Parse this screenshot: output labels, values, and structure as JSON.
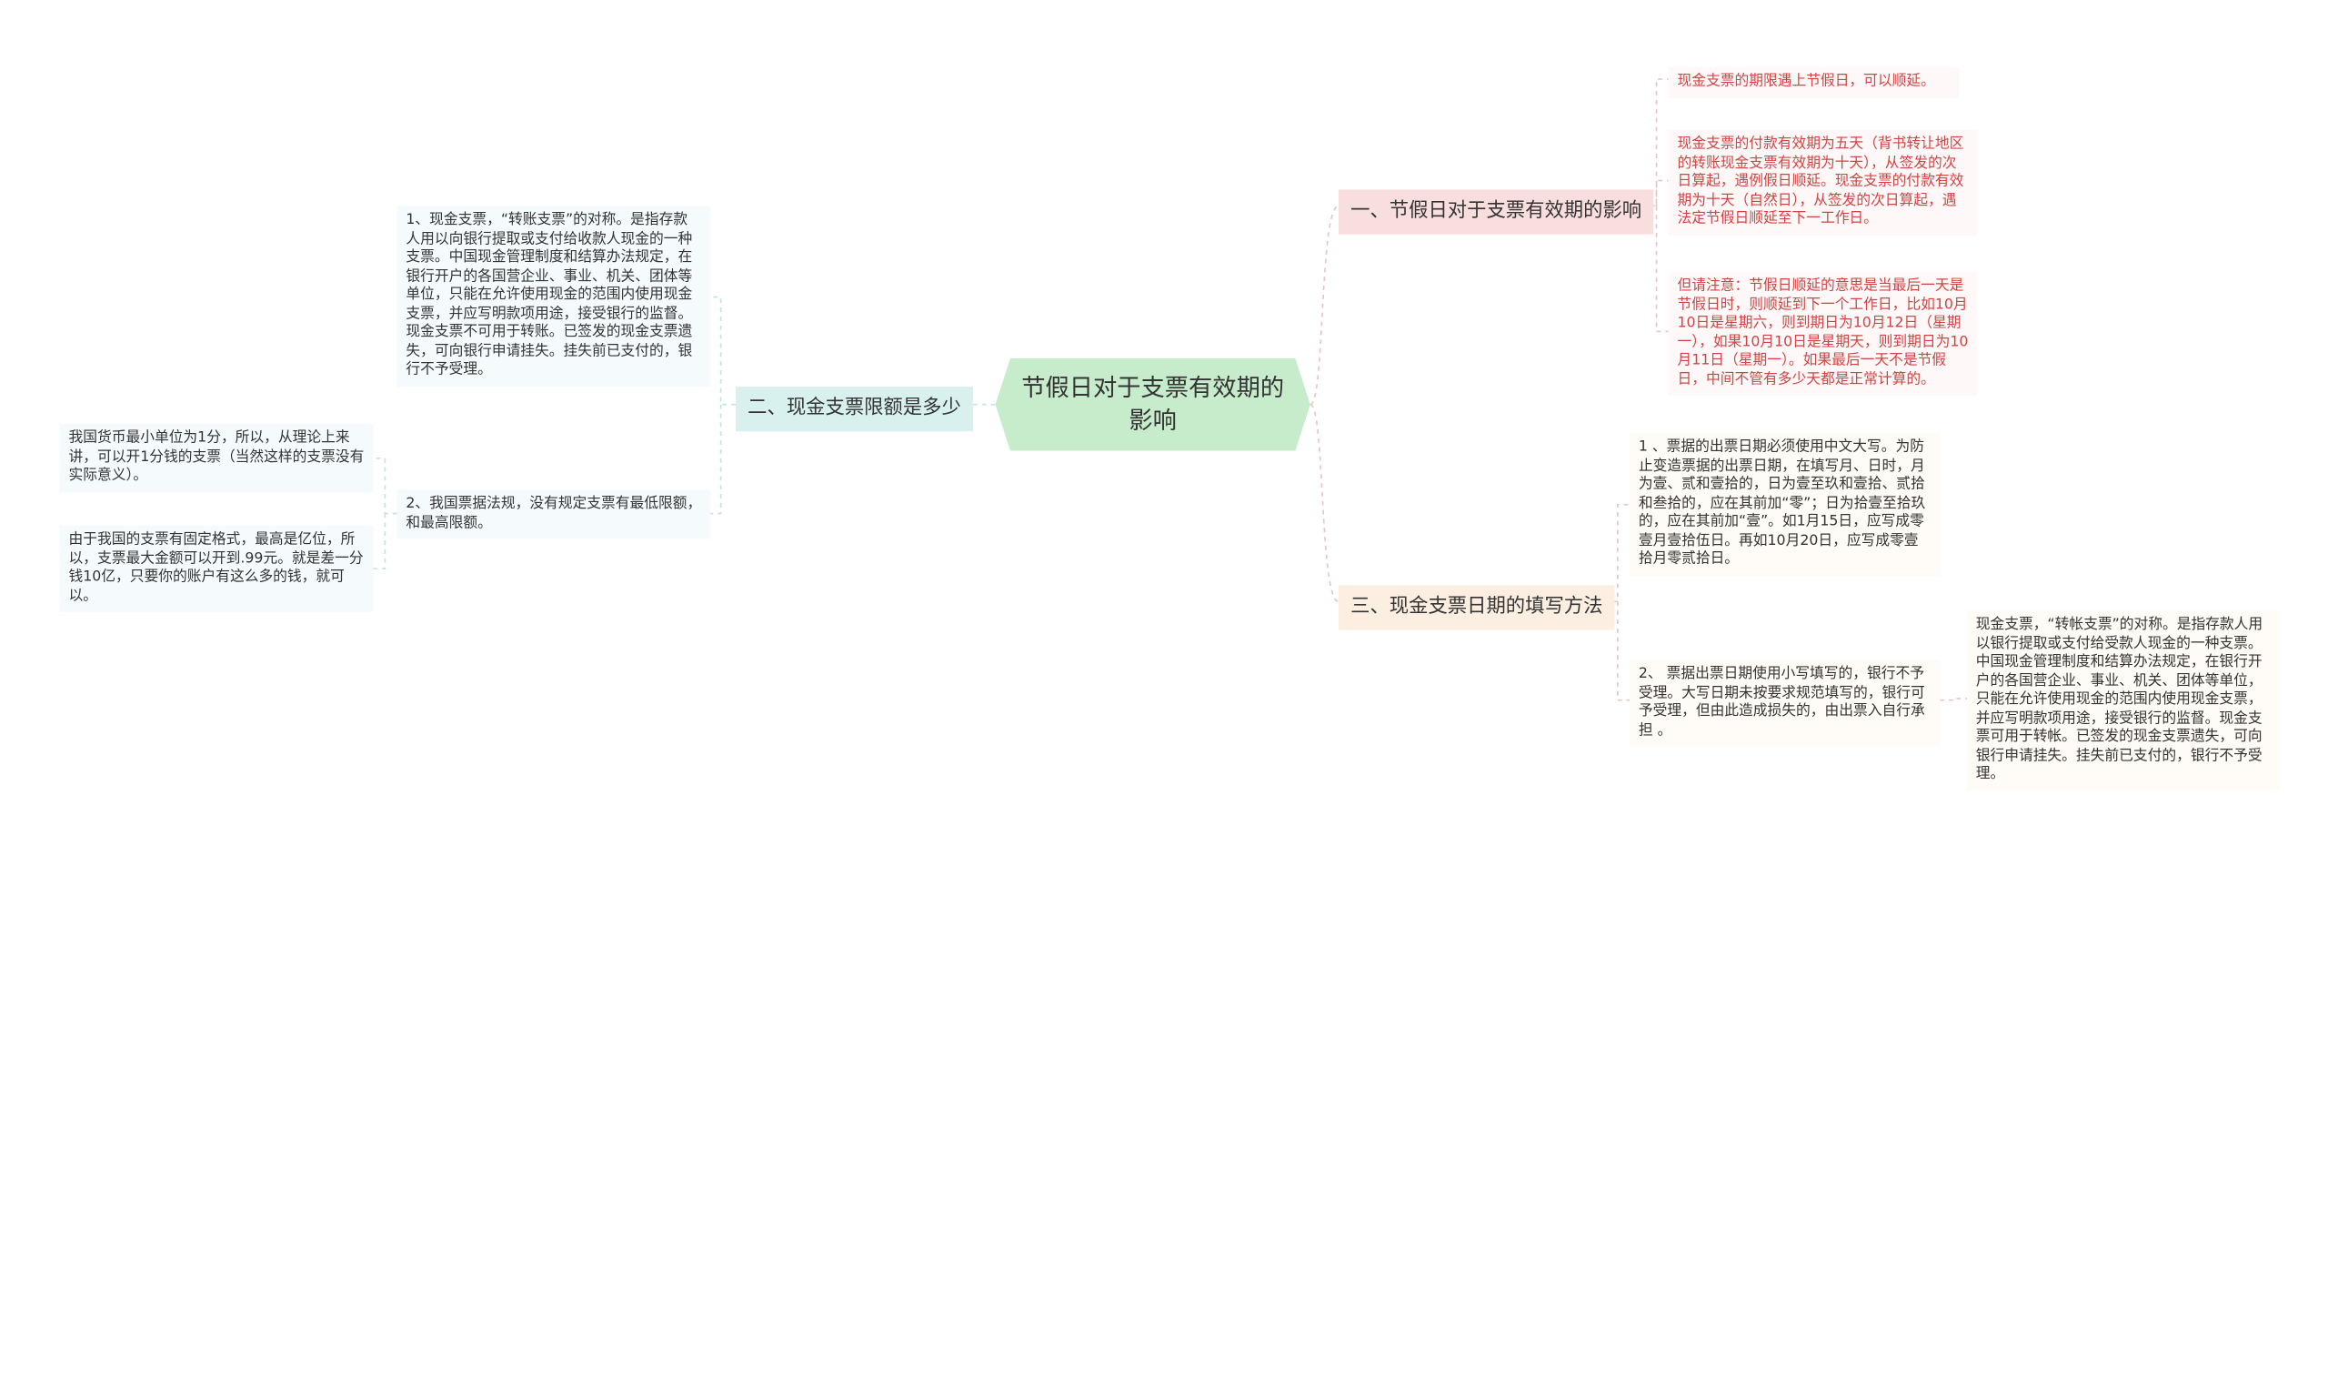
{
  "center": {
    "title": "节假日对于支票有效期的影响"
  },
  "branches": [
    {
      "label": "一、节假日对于支票有效期的影响",
      "color": "#f9dede",
      "leaves": [
        "现金支票的期限遇上节假日，可以顺延。",
        "现金支票的付款有效期为五天（背书转让地区的转账现金支票有效期为十天），从签发的次日算起，遇例假日顺延。现金支票的付款有效期为十天（自然日），从签发的次日算起，遇法定节假日顺延至下一工作日。",
        "但请注意：节假日顺延的意思是当最后一天是节假日时，则顺延到下一个工作日，比如10月10日是星期六，则到期日为10月12日（星期一），如果10月10日是星期天，则到期日为10月11日（星期一）。如果最后一天不是节假日，中间不管有多少天都是正常计算的。"
      ]
    },
    {
      "label": "二、现金支票限额是多少",
      "color": "#d9f1ee",
      "leaves": [
        "1、现金支票，“转账支票”的对称。是指存款人用以向银行提取或支付给收款人现金的一种支票。中国现金管理制度和结算办法规定，在银行开户的各国营企业、事业、机关、团体等单位，只能在允许使用现金的范围内使用现金支票，并应写明款项用途，接受银行的监督。现金支票不可用于转账。已签发的现金支票遗失，可向银行申请挂失。挂失前已支付的，银行不予受理。",
        "2、我国票据法规，没有规定支票有最低限额，和最高限额。"
      ],
      "sub_leaves": [
        "我国货币最小单位为1分，所以，从理论上来讲，可以开1分钱的支票（当然这样的支票没有实际意义）。",
        "由于我国的支票有固定格式，最高是亿位，所以，支票最大金额可以开到.99元。就是差一分钱10亿，只要你的账户有这么多的钱，就可以。"
      ]
    },
    {
      "label": "三、现金支票日期的填写方法",
      "color": "#fcefe2",
      "leaves": [
        "1 、票据的出票日期必须使用中文大写。为防止变造票据的出票日期，在填写月、日时，月为壹、贰和壹拾的，日为壹至玖和壹拾、贰拾和叁拾的，应在其前加“零”；日为拾壹至拾玖的，应在其前加“壹”。如1月15日，应写成零壹月壹拾伍日。再如10月20日，应写成零壹拾月零贰拾日。",
        "2、 票据出票日期使用小写填写的，银行不予受理。大写日期未按要求规范填写的，银行可予受理，但由此造成损失的，由出票入自行承担 。"
      ],
      "sub_leaves": [
        "现金支票，“转帐支票”的对称。是指存款人用以银行提取或支付给受款人现金的一种支票。中国现金管理制度和结算办法规定，在银行开户的各国营企业、事业、机关、团体等单位，只能在允许使用现金的范围内使用现金支票，并应写明款项用途，接受银行的监督。现金支票可用于转帐。已签发的现金支票遗失，可向银行申请挂失。挂失前已支付的，银行不予受理。"
      ]
    }
  ]
}
